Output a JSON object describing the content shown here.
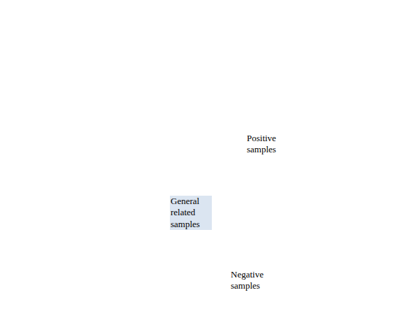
{
  "diagram": {
    "nodes": [
      {
        "text": [
          "General related samples"
        ]
      },
      {
        "text": [
          "Positive samples"
        ],
        "in": 0
      }
    ],
    "labels": [
      "Negative samples"
    ]
  }
}
